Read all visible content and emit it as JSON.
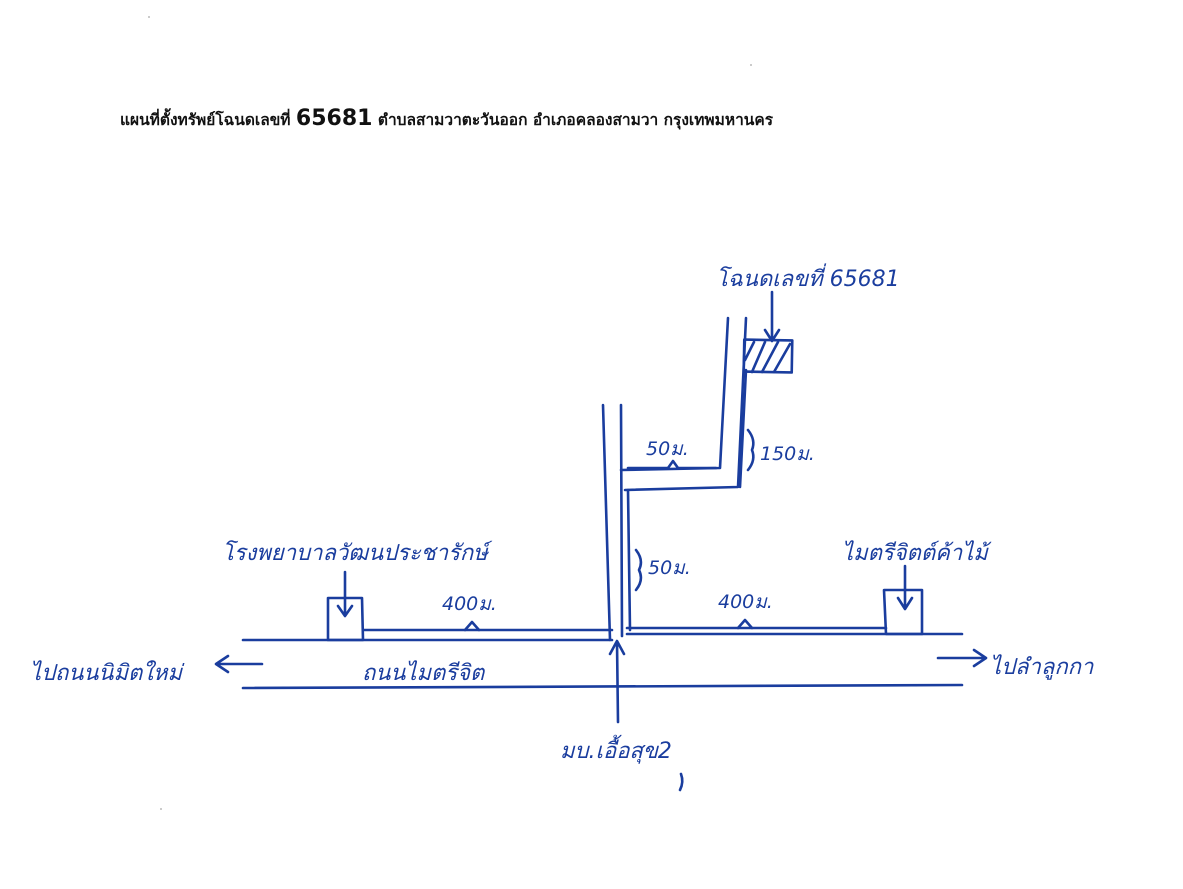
{
  "title": {
    "prefix": "แผนที่ตั้งทรัพย์โฉนดเลขที่",
    "deed_no": "65681",
    "location": "ตำบลสามวาตะวันออก อำเภอคลองสามวา กรุงเทพมหานคร"
  },
  "map": {
    "property_label": "โฉนดเลขที่ 65681",
    "dist_50_top": "50ม.",
    "dist_150": "150ม.",
    "dist_50_mid": "50ม.",
    "dist_400_left": "400ม.",
    "dist_400_right": "400ม.",
    "hospital_label": "โรงพยาบาลวัฒนประชารักษ์",
    "school_label": "ไมตรีจิตต์ค้าไม้",
    "main_road": "ถนนไมตรีจิต",
    "to_left": "ไปถนนนิมิตใหม่",
    "to_right": "ไปลำลูกกา",
    "soi_label": "มบ.เอื้อสุข2"
  },
  "colors": {
    "ink": "#1a3d9e",
    "title_text": "#111111",
    "background": "#ffffff"
  }
}
